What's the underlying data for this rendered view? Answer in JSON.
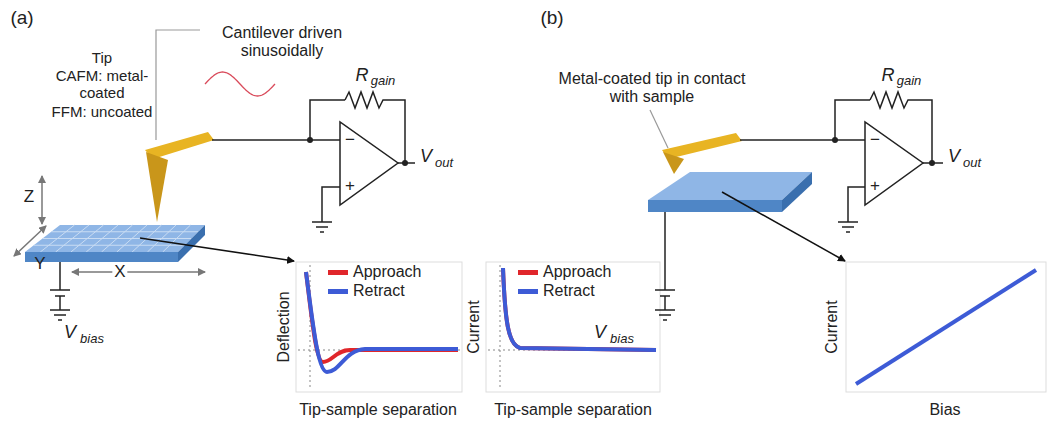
{
  "diagram": {
    "labels": [
      "(a)",
      "Tip",
      "CAFM: metal-coated",
      "FFM: uncoated",
      "Cantilever driven sinusoidally",
      "R",
      "gain",
      "−",
      "+",
      "V",
      "out",
      "Z",
      "Y",
      "X",
      "V",
      "bias",
      "Deflection",
      "Tip-sample separation",
      "Current",
      "Tip-sample separation",
      "(b)",
      "Metal-coated tip in contact with sample",
      "R",
      "gain",
      "−",
      "+",
      "V",
      "out",
      "V",
      "bias",
      "Current",
      "Bias"
    ],
    "legend": [
      {
        "text": "Approach",
        "color": "#e0262b"
      },
      {
        "text": "Retract",
        "color": "#3d5bd6"
      },
      {
        "text": "Approach",
        "color": "#e0262b"
      },
      {
        "text": "Retract",
        "color": "#3d5bd6"
      }
    ]
  }
}
